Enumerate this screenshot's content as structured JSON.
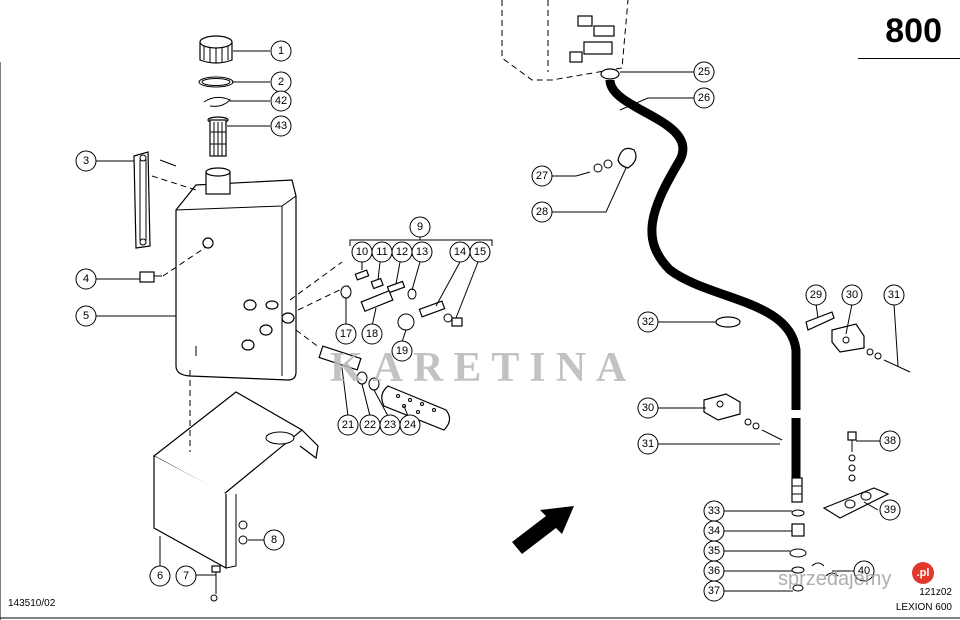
{
  "page": {
    "number": "800",
    "ref_left": "143510/02",
    "ref_right_code": "121z02",
    "ref_right_model": "LEXION 600"
  },
  "watermark": {
    "text": "KARETINA",
    "site": "sprzedajemy",
    "badge": ".pl"
  },
  "callouts": [
    "1",
    "2",
    "42",
    "43",
    "3",
    "4",
    "5",
    "6",
    "7",
    "8",
    "9",
    "10",
    "11",
    "12",
    "13",
    "14",
    "15",
    "17",
    "18",
    "19",
    "21",
    "22",
    "23",
    "24",
    "25",
    "26",
    "27",
    "28",
    "29",
    "30",
    "31",
    "32",
    "30",
    "31",
    "33",
    "34",
    "35",
    "36",
    "37",
    "38",
    "39",
    "40"
  ]
}
